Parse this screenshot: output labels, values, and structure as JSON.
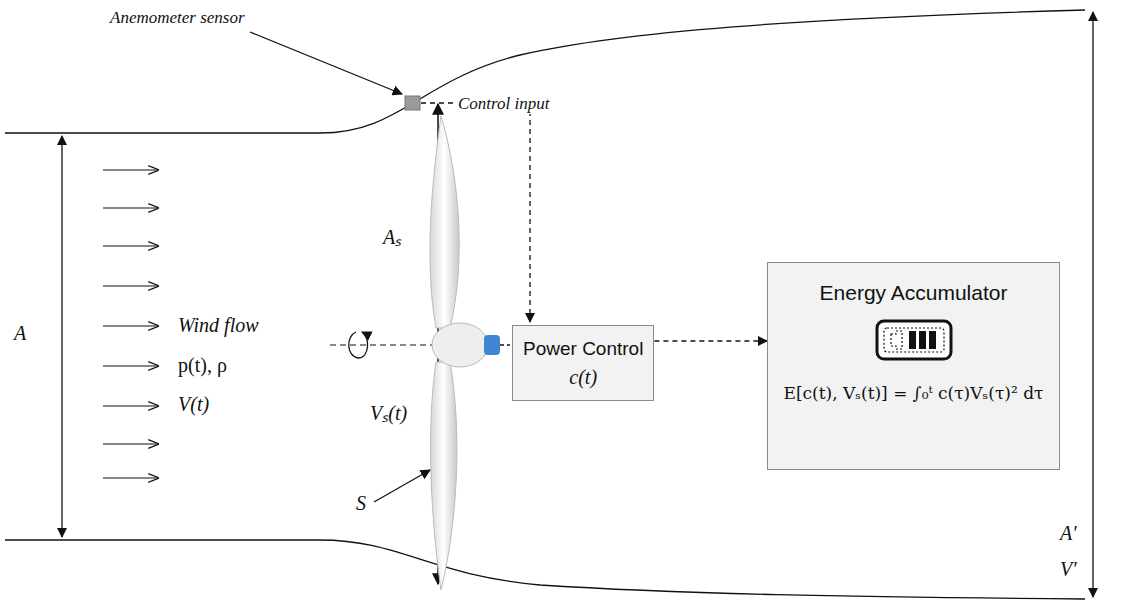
{
  "diagram": {
    "nodes": [
      {
        "text": [
          "Power Control",
          "c(t)"
        ]
      },
      {
        "text": [
          "Energy Accumulator",
          "E[c(t), Vₛ(t)] = ∫₀ᵗ c(τ)Vₛ(τ)² dτ"
        ]
      }
    ],
    "edges": [
      {
        "from": 0,
        "to": 1,
        "arrow": "to"
      }
    ],
    "labels": [
      "Anemometer sensor",
      "Control input",
      "A",
      "Wind flow",
      "p(t), ρ",
      "V(t)",
      "Aₛ",
      "Vₛ(t)",
      "S",
      "A′",
      "V′"
    ]
  }
}
